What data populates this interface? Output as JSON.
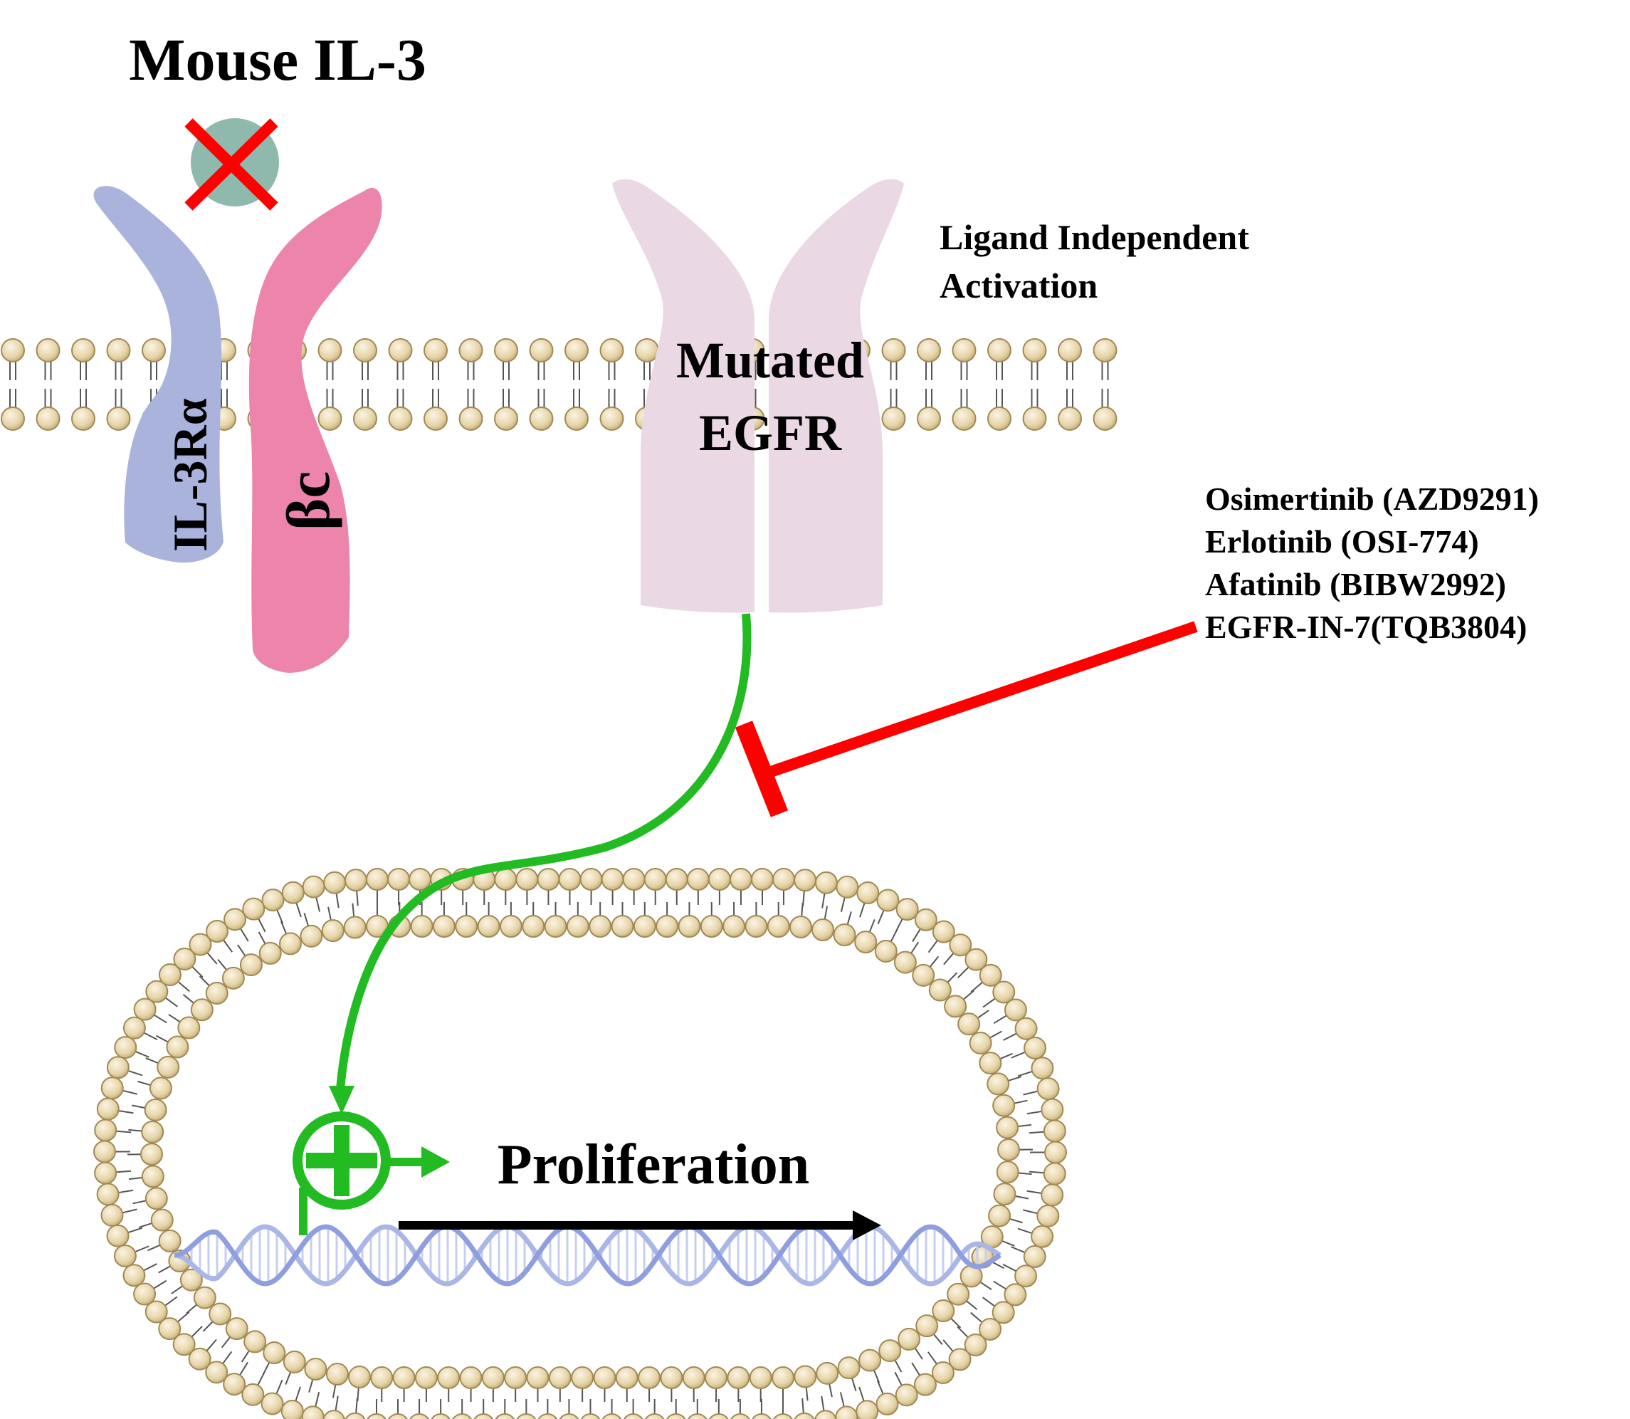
{
  "title": "Mouse IL-3",
  "labels": {
    "il3ra": "IL-3Rα",
    "bc": "βc",
    "mutated": "Mutated",
    "egfr": "EGFR",
    "ligand_line1": "Ligand Independent",
    "ligand_line2": "Activation",
    "proliferation": "Proliferation"
  },
  "inhibitors": [
    "Osimertinib (AZD9291)",
    "Erlotinib (OSI-774)",
    "Afatinib (BIBW2992)",
    "EGFR-IN-7(TQB3804)"
  ],
  "colors": {
    "il3ra": "#a9b3dc",
    "bc": "#ec84ab",
    "egfr": "#ead8e4",
    "ligand": "#8fb9ad",
    "inhibit": "#ff0000",
    "activate": "#22bb22",
    "lipid_head": "#ecdcb7",
    "lipid_edge": "#a08a55",
    "dna": "#a9b6e6"
  }
}
